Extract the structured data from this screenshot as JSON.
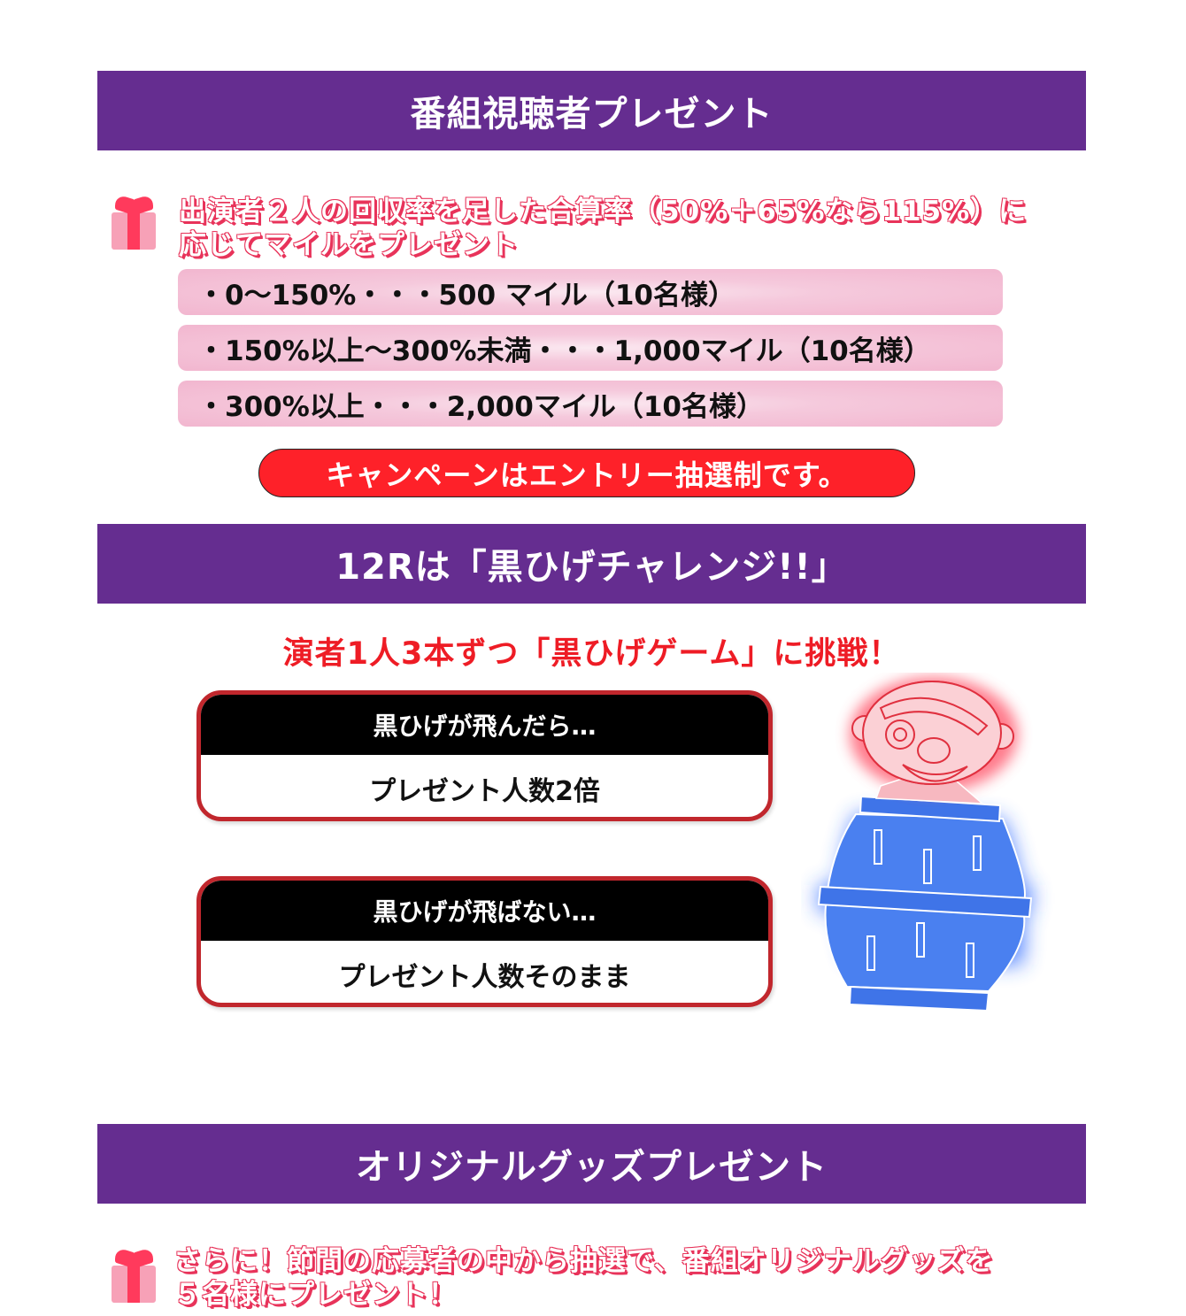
{
  "section_viewer_present": {
    "title": "番組視聴者プレゼント",
    "intro_line1": "出演者２人の回収率を足した合算率（50%＋65%なら115%）に",
    "intro_line2": "応じてマイルをプレゼント",
    "tiers": [
      {
        "label": "・0〜150%・・・500 マイル（10名様）"
      },
      {
        "label": "・150%以上〜300%未満・・・1,000マイル（10名様）"
      },
      {
        "label": "・300%以上・・・2,000マイル（10名様）"
      }
    ],
    "entry_notice": "キャンペーンはエントリー抽選制です。"
  },
  "section_challenge": {
    "title": "12Rは「黒ひげチャレンジ!!」",
    "subtitle": "演者1人3本ずつ「黒ひげゲーム」に挑戦！",
    "cards": [
      {
        "condition": "黒ひげが飛んだら…",
        "result": "プレゼント人数2倍"
      },
      {
        "condition": "黒ひげが飛ばない…",
        "result": "プレゼント人数そのまま"
      }
    ],
    "illustration": "kurohige-neon-barrel-icon"
  },
  "section_goods": {
    "title": "オリジナルグッズプレゼント",
    "intro_line1": "さらに！節間の応募者の中から抽選で、番組オリジナルグッズを",
    "intro_line2": "５名様にプレゼント！"
  },
  "colors": {
    "band_purple": "#652d90",
    "accent_red": "#ee1c25",
    "pill_red": "#fe2129",
    "tier_pink": "#f2b6cf",
    "card_border": "#c1272d",
    "gift_ribbon": "#ff3a5c",
    "gift_box": "#f7a1b7"
  }
}
